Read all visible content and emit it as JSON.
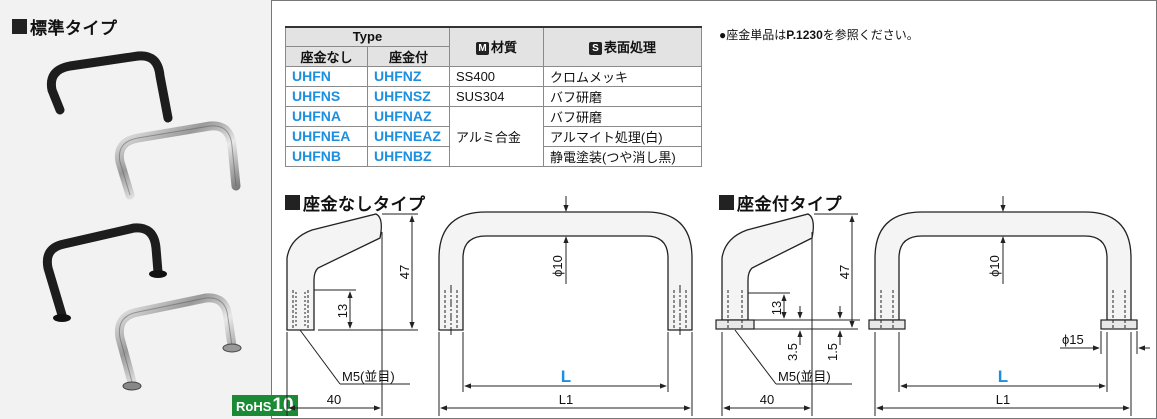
{
  "left_panel": {
    "title": "標準タイプ",
    "rohs": {
      "prefix": "RoHS",
      "number": "10"
    }
  },
  "table": {
    "type_header": "Type",
    "col_no_washer": "座金なし",
    "col_washer": "座金付",
    "material_mark": "M",
    "material_header": "材質",
    "surface_mark": "S",
    "surface_header": "表面処理",
    "rows": [
      {
        "no_washer": "UHFN",
        "washer": "UHFNZ",
        "material": "SS400",
        "surface": "クロムメッキ"
      },
      {
        "no_washer": "UHFNS",
        "washer": "UHFNSZ",
        "material": "SUS304",
        "surface": "バフ研磨"
      },
      {
        "no_washer": "UHFNA",
        "washer": "UHFNAZ",
        "material": "アルミ合金",
        "surface": "バフ研磨"
      },
      {
        "no_washer": "UHFNEA",
        "washer": "UHFNEAZ",
        "material": "",
        "surface": "アルマイト処理(白)"
      },
      {
        "no_washer": "UHFNB",
        "washer": "UHFNBZ",
        "material": "",
        "surface": "静電塗装(つや消し黒)"
      }
    ]
  },
  "note": {
    "bullet": "●",
    "prefix": "座金単品は",
    "page_ref": "P.1230",
    "suffix": "を参照ください。"
  },
  "section_no_washer": {
    "title": "座金なしタイプ",
    "dims": {
      "height": "47",
      "thread_depth": "13",
      "thread": "M5(並目)",
      "depth": "40",
      "diameter": "ϕ10",
      "length_var": "L",
      "length_total": "L1"
    }
  },
  "section_washer": {
    "title": "座金付タイプ",
    "dims": {
      "height": "47",
      "thread_depth": "13",
      "washer_thk": "3.5",
      "washer_gap": "1.5",
      "thread": "M5(並目)",
      "depth": "40",
      "diameter": "ϕ10",
      "washer_dia": "ϕ15",
      "length_var": "L",
      "length_total": "L1"
    }
  },
  "colors": {
    "accent": "#1d8fe0",
    "rohs": "#1b8a35"
  }
}
